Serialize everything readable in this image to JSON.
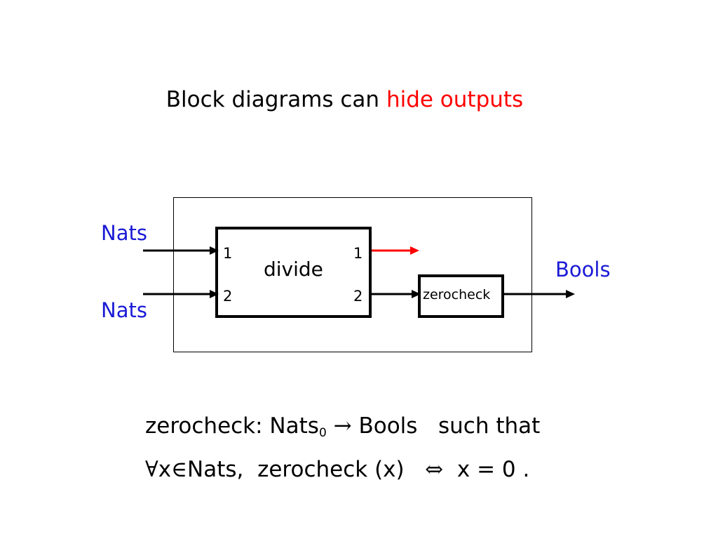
{
  "title": {
    "prefix": "Block diagrams can ",
    "highlight": "hide outputs"
  },
  "colors": {
    "accent": "#ff0000",
    "type_label": "#1a1ad6",
    "line": "#000000"
  },
  "diagram": {
    "input_labels": [
      "Nats",
      "Nats"
    ],
    "output_label": "Bools",
    "divide": {
      "name": "divide",
      "input_ports": [
        "1",
        "2"
      ],
      "output_ports": [
        "1",
        "2"
      ]
    },
    "zerocheck": {
      "name": "zerocheck"
    },
    "hidden_output_color": "#ff0000"
  },
  "formula": {
    "line1": {
      "lead": "zerocheck: Nats",
      "subscript": "0",
      "arrow": "→",
      "rest": " Bools   such that"
    },
    "line2": {
      "forall": "∀",
      "var": "x",
      "elem": "∈",
      "mid": "Nats,  zerocheck (x)   ",
      "iff": "⇔",
      "tail": "  x = 0 ."
    }
  }
}
